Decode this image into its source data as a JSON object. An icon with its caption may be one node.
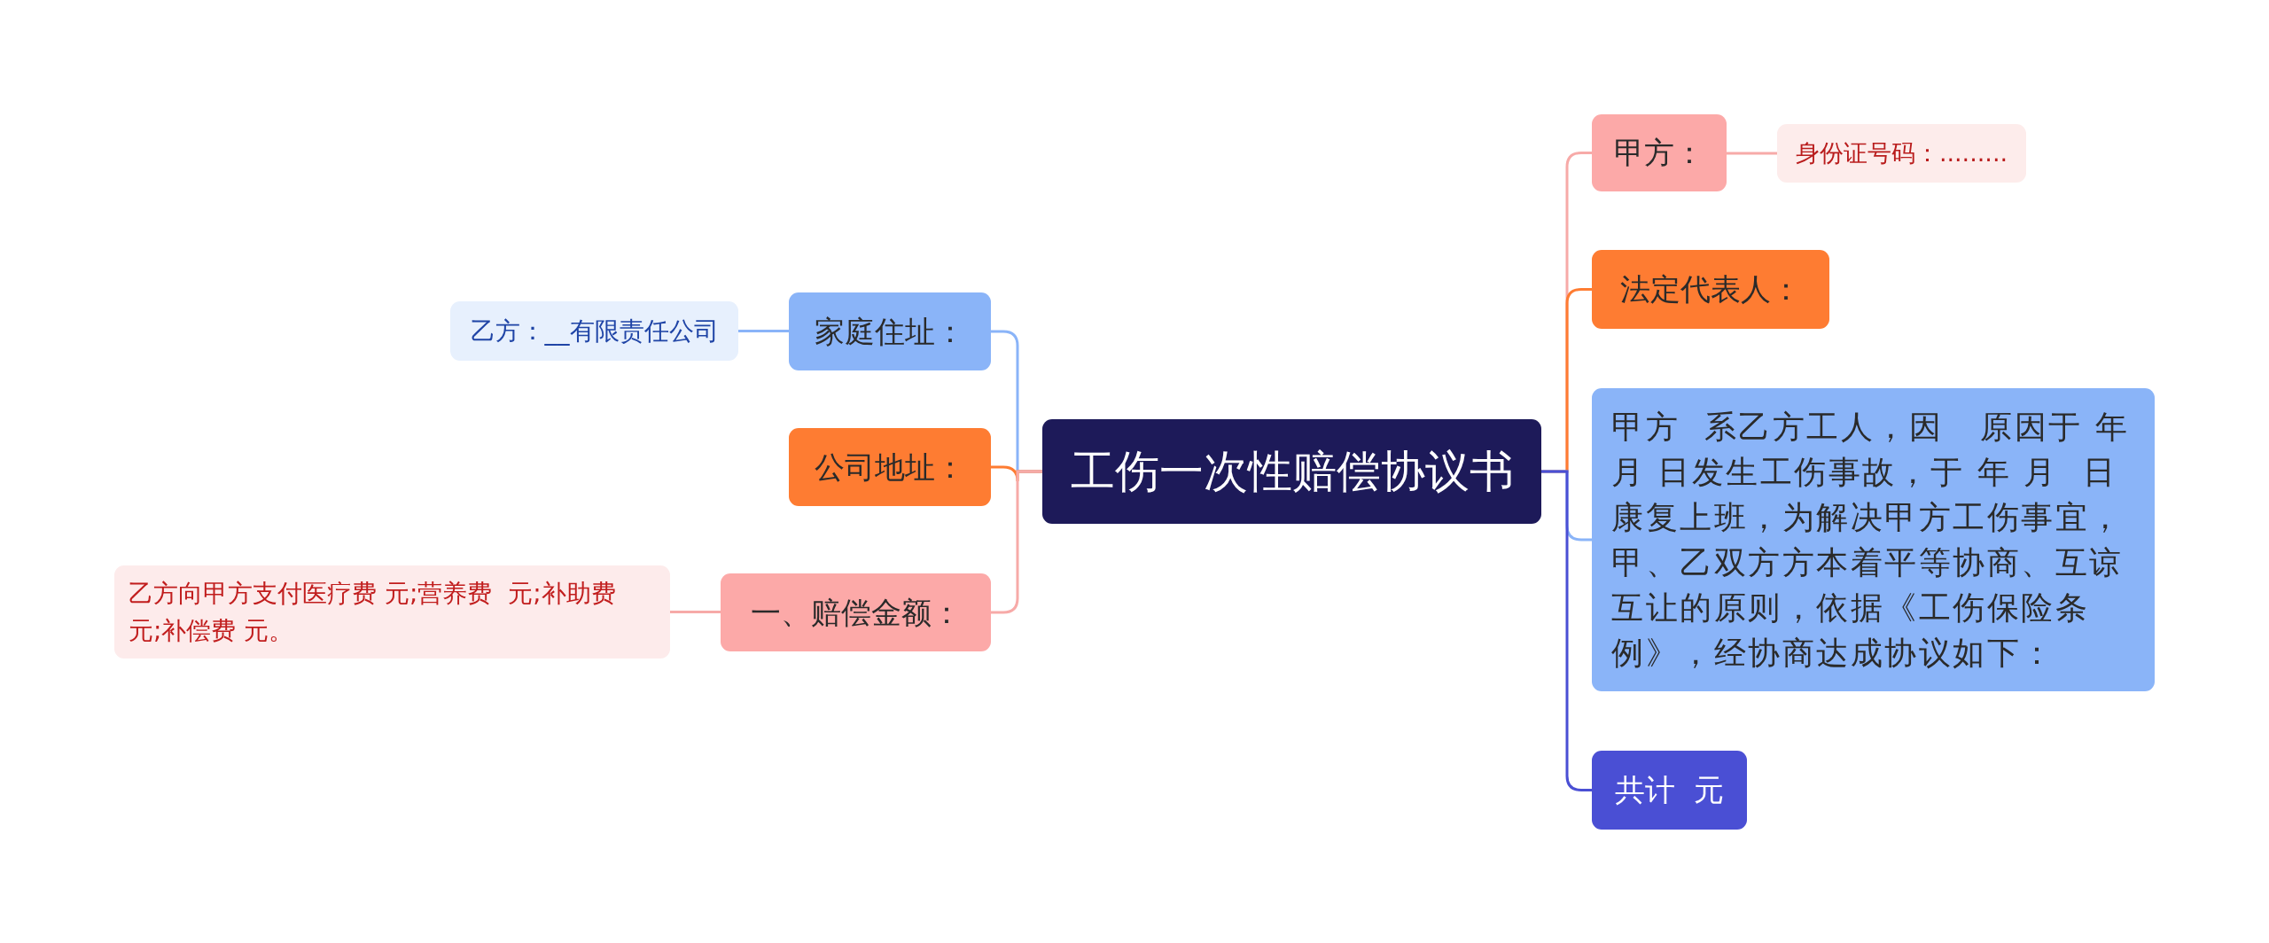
{
  "diagram": {
    "nodes": [
      {
        "text": [
          "工伤一次性赔偿协议书"
        ]
      },
      {
        "text": [
          "家庭住址："
        ]
      },
      {
        "text": [
          "乙方：__有限责任公司"
        ]
      },
      {
        "text": [
          "公司地址："
        ]
      },
      {
        "text": [
          "一、赔偿金额："
        ]
      },
      {
        "text": [
          "乙方向甲方支付医疗费 元;营养费  元;补助费元;补偿费 元。"
        ]
      },
      {
        "text": [
          "甲方："
        ]
      },
      {
        "text": [
          "身份证号码：........."
        ]
      },
      {
        "text": [
          "法定代表人："
        ]
      },
      {
        "text": [
          "甲方  系乙方工人，因   原因于 年月 日发生工伤事故，于 年 月  日康复上班，为解决甲方工伤事宜，甲、乙双方方本着平等协商、互谅互让的原则，依据《工伤保险条例》，经协商达成协议如下："
        ]
      },
      {
        "text": [
          "共计  元"
        ]
      }
    ],
    "edges": [
      {
        "from": 0,
        "to": 1,
        "arrow": "none",
        "color": "#8ab4f8"
      },
      {
        "from": 1,
        "to": 2,
        "arrow": "none",
        "color": "#8ab4f8"
      },
      {
        "from": 0,
        "to": 3,
        "arrow": "none",
        "color": "#fe7c32"
      },
      {
        "from": 0,
        "to": 4,
        "arrow": "none",
        "color": "#f7aaa8"
      },
      {
        "from": 4,
        "to": 5,
        "arrow": "none",
        "color": "#f7aaa8"
      },
      {
        "from": 0,
        "to": 6,
        "arrow": "none",
        "color": "#f7aaa8"
      },
      {
        "from": 6,
        "to": 7,
        "arrow": "none",
        "color": "#f7aaa8"
      },
      {
        "from": 0,
        "to": 8,
        "arrow": "none",
        "color": "#fe7c32"
      },
      {
        "from": 0,
        "to": 9,
        "arrow": "none",
        "color": "#8ab4f8"
      },
      {
        "from": 0,
        "to": 10,
        "arrow": "none",
        "color": "#4a4fd4"
      }
    ]
  }
}
